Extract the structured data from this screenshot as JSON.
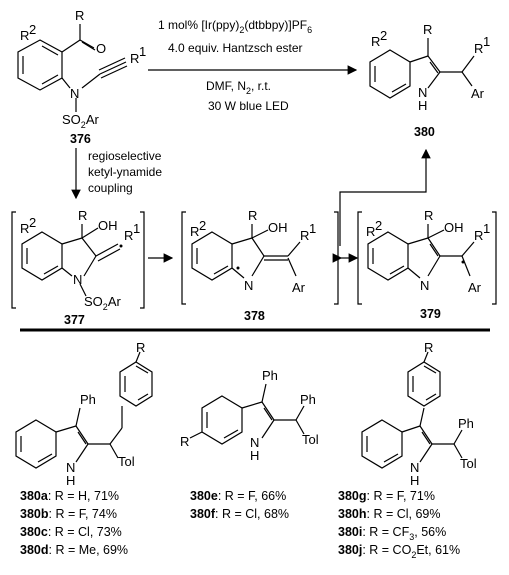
{
  "reaction": {
    "conditions": {
      "catalyst": "1 mol% [Ir(ppy)",
      "catalyst_sub1": "2",
      "catalyst_mid": "(dtbbpy)]PF",
      "catalyst_sub2": "6",
      "reagent": "4.0 equiv. Hantzsch ester",
      "solvent": "DMF, N",
      "solvent_sub": "2",
      "solvent_tail": ", r.t.",
      "light": "30 W blue LED"
    },
    "mechanism_step": [
      "regioselective",
      "ketyl-ynamide",
      "coupling"
    ]
  },
  "compounds": {
    "c376": "376",
    "c377": "377",
    "c378": "378",
    "c379": "379",
    "c380": "380"
  },
  "atoms": {
    "R": "R",
    "R1": "R",
    "one": "1",
    "R2": "R",
    "two": "2",
    "O": "O",
    "N": "N",
    "NH": "N",
    "H": "H",
    "SO2Ar_a": "SO",
    "SO2Ar_b": "2",
    "SO2Ar_c": "Ar",
    "Ar": "Ar",
    "OH": "OH",
    "Ph": "Ph",
    "Tol": "Tol"
  },
  "examples": [
    {
      "id": "380a",
      "text": ": R = H, 71%"
    },
    {
      "id": "380b",
      "text": ": R = F, 74%"
    },
    {
      "id": "380c",
      "text": ": R = Cl, 73%"
    },
    {
      "id": "380d",
      "text": ": R = Me, 69%"
    },
    {
      "id": "380e",
      "text": ": R = F, 66%"
    },
    {
      "id": "380f",
      "text": ": R = Cl, 68%"
    },
    {
      "id": "380g",
      "text": ": R = F, 71%"
    },
    {
      "id": "380h",
      "text": ": R = Cl, 69%"
    },
    {
      "id": "380i",
      "text": ": R = CF",
      "sub": "3",
      "tail": ", 56%"
    },
    {
      "id": "380j",
      "text": ": R = CO",
      "sub": "2",
      "tail": "Et, 61%"
    }
  ]
}
